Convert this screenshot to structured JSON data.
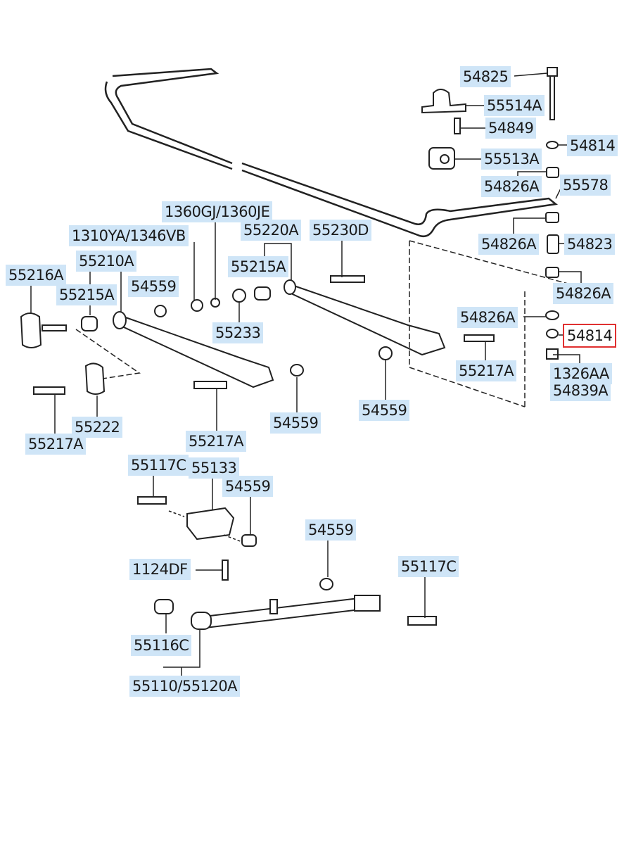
{
  "diagram": {
    "selected_part": "54814",
    "labels": {
      "p54825": "54825",
      "p55514A": "55514A",
      "p54849": "54849",
      "p54814_top": "54814",
      "p55513A": "55513A",
      "p54826A_1": "54826A",
      "p55578": "55578",
      "p1360": "1360GJ/1360JE",
      "p55220A": "55220A",
      "p55230D": "55230D",
      "p1310": "1310YA/1346VB",
      "p54826A_2": "54826A",
      "p54823": "54823",
      "p55210A": "55210A",
      "p55215A_mid": "55215A",
      "p55216A": "55216A",
      "p54559_a": "54559",
      "p55215A_left": "55215A",
      "p54826A_3": "54826A",
      "p54826A_4": "54826A",
      "p55233": "55233",
      "p54814_sel": "54814",
      "p55217A_right": "55217A",
      "p1326AA": "1326AA",
      "p54839A": "54839A",
      "p54559_b": "54559",
      "p55222": "55222",
      "p54559_c": "54559",
      "p55217A_mid": "55217A",
      "p55217A_left": "55217A",
      "p55117C_a": "55117C",
      "p55133": "55133",
      "p54559_d": "54559",
      "p54559_e": "54559",
      "p1124DF": "1124DF",
      "p55117C_b": "55117C",
      "p55116C": "55116C",
      "p55110": "55110/55120A"
    }
  }
}
